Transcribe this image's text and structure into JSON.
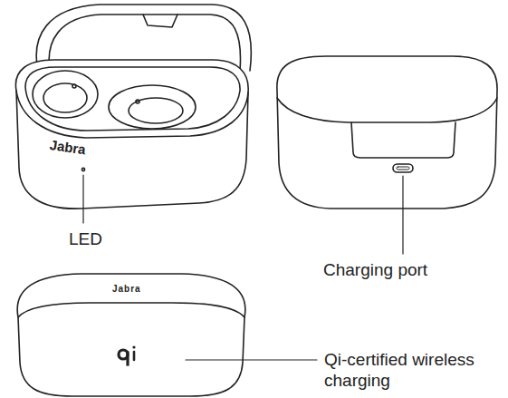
{
  "diagram": {
    "labels": [
      "Jabra",
      "LED",
      "Charging port",
      "Jabra",
      "Qi-certified wireless charging"
    ]
  }
}
